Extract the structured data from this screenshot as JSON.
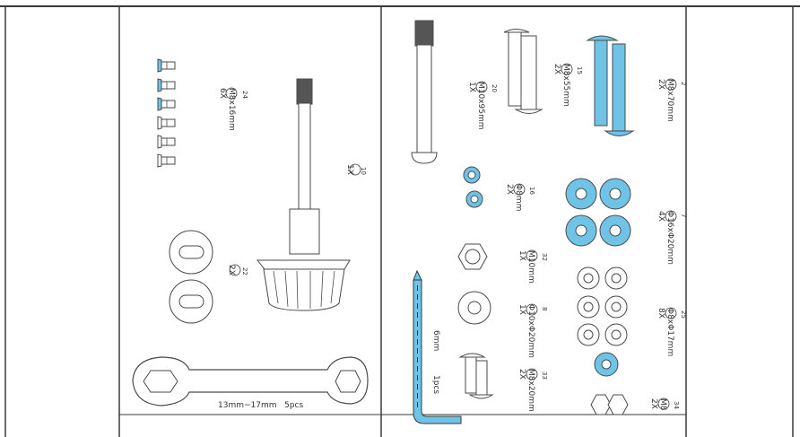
{
  "colors": {
    "accent": "#6ec3e6",
    "line": "#4a4a4a",
    "paper": "#ffffff"
  },
  "parts": {
    "p24": {
      "num": "24",
      "size": "M8x16mm",
      "qty": "6X"
    },
    "p10": {
      "num": "10",
      "qty": "1X"
    },
    "p22": {
      "num": "22",
      "qty": "2X"
    },
    "wrench": {
      "label": "13mm~17mm",
      "qty": "5pcs"
    },
    "p20": {
      "num": "20",
      "size": "M10x95mm",
      "qty": "1X"
    },
    "p15": {
      "num": "15",
      "size": "M8x55mm",
      "qty": "2X"
    },
    "p2": {
      "num": "2",
      "size": "M8x70mm",
      "qty": "2X"
    },
    "p16": {
      "num": "16",
      "size": "Φ8mm",
      "qty": "2X"
    },
    "p7": {
      "num": "7",
      "size": "Φ16xΦ20mm",
      "qty": "4X"
    },
    "p32": {
      "num": "32",
      "size": "M10mm",
      "qty": "1X"
    },
    "p8": {
      "num": "8",
      "size": "Φ10xΦ20mm",
      "qty": "1X"
    },
    "p25": {
      "num": "25",
      "size": "Φ8xΦ17mm",
      "qty": "8X"
    },
    "p33": {
      "num": "33",
      "size": "M8x20mm",
      "qty": "2X"
    },
    "p34": {
      "num": "34",
      "size": "M8",
      "qty": "2X"
    },
    "hexkey": {
      "size": "6mm",
      "qty": "1pcs"
    }
  }
}
